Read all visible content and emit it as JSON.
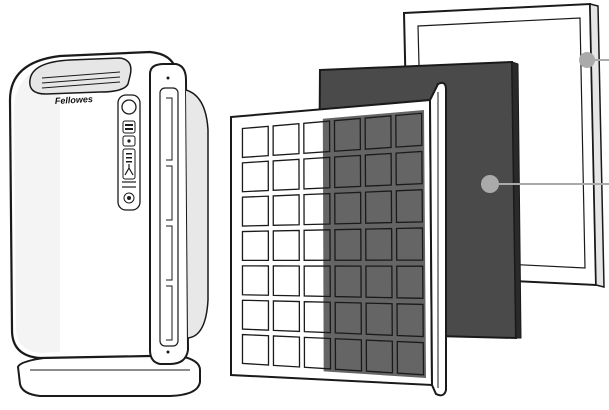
{
  "product": {
    "brand": "Fellowes",
    "components": [
      "air-purifier",
      "prefilter-grid",
      "carbon-filter",
      "hepa-filter"
    ]
  },
  "colors": {
    "outline": "#1a1a1a",
    "body_fill": "#ffffff",
    "body_shade": "#d9d9d9",
    "carbon": "#4a4a4a",
    "callout": "#999999"
  },
  "callouts": [
    {
      "target": "hepa-filter",
      "label": ""
    },
    {
      "target": "carbon-filter",
      "label": ""
    }
  ]
}
